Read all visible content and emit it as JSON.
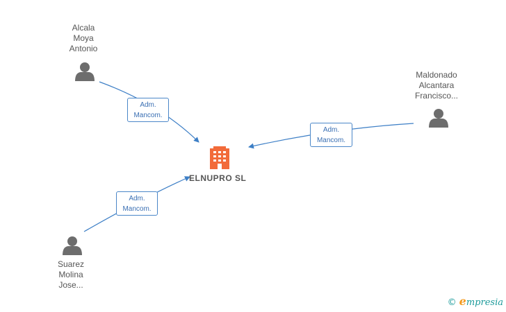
{
  "company": {
    "name": "ELNUPRO SL",
    "color": "#f26b3a"
  },
  "persons": [
    {
      "id": "p1",
      "lines": [
        "Alcala",
        "Moya",
        "Antonio"
      ]
    },
    {
      "id": "p2",
      "lines": [
        "Maldonado",
        "Alcantara",
        "Francisco..."
      ]
    },
    {
      "id": "p3",
      "lines": [
        "Suarez",
        "Molina",
        "Jose..."
      ]
    }
  ],
  "edges": [
    {
      "from": "p1",
      "label": [
        "Adm.",
        "Mancom."
      ]
    },
    {
      "from": "p2",
      "label": [
        "Adm.",
        "Mancom."
      ]
    },
    {
      "from": "p3",
      "label": [
        "Adm.",
        "Mancom."
      ]
    }
  ],
  "colors": {
    "edge": "#3d7fc6",
    "person": "#6d6d6d"
  },
  "brand": {
    "copyright": "©",
    "initial": "e",
    "rest": "mpresia"
  }
}
